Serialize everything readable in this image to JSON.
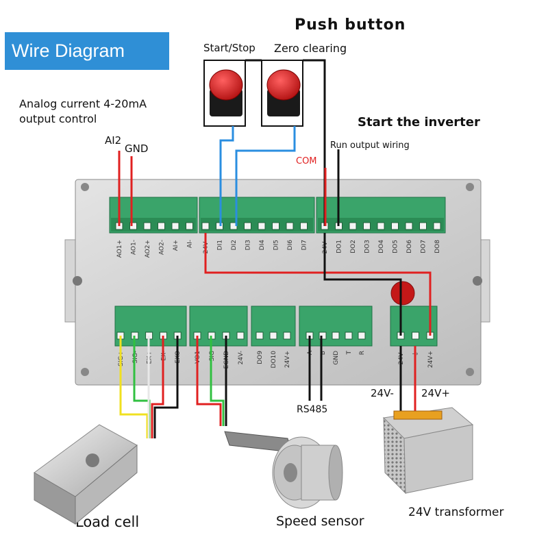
{
  "title": "Wire Diagram",
  "push_button": {
    "title": "Push button",
    "start_stop": "Start/Stop",
    "zero_clearing": "Zero clearing"
  },
  "analog": {
    "line1": "Analog current 4-20mA",
    "line2": "output control",
    "ai2": "AI2",
    "gnd": "GND"
  },
  "inverter": {
    "title": "Start the inverter",
    "run_output": "Run output wiring",
    "com": "COM"
  },
  "top_terminals": {
    "group1": [
      "AO1+",
      "AO1-",
      "AO2+",
      "AO2-",
      "AI+",
      "AI-"
    ],
    "group2": [
      "24V-",
      "DI1",
      "DI2",
      "DI3",
      "DI4",
      "DI5",
      "DI6",
      "DI7"
    ],
    "group3": [
      "24V-",
      "DO1",
      "DO2",
      "DO3",
      "DO4",
      "DO5",
      "DO6",
      "DO7",
      "DO8"
    ]
  },
  "bottom_terminals": {
    "load": [
      "SIG+",
      "SIG-",
      "EX+",
      "EX-",
      "EXO"
    ],
    "speed": [
      "VO1",
      "SIG",
      "EGND",
      "24V-"
    ],
    "dio": [
      "DO9",
      "DO10",
      "24V+"
    ],
    "comm": [
      "A",
      "B",
      "GND",
      "T",
      "R"
    ],
    "power": [
      "24V-",
      "⏚",
      "24V+"
    ]
  },
  "rs485": "RS485",
  "v24_minus": "24V-",
  "v24_plus": "24V+",
  "load_cell": "Load cell",
  "speed_sensor": "Speed sensor",
  "transformer": "24V transformer",
  "colors": {
    "banner": "#2f8fd6",
    "terminal_green": "#3aa46a",
    "red_wire": "#e02020",
    "blue_wire": "#2a8ee0",
    "yellow_wire": "#f0e020",
    "green_wire": "#30c040",
    "button_red": "#d81e1e"
  }
}
